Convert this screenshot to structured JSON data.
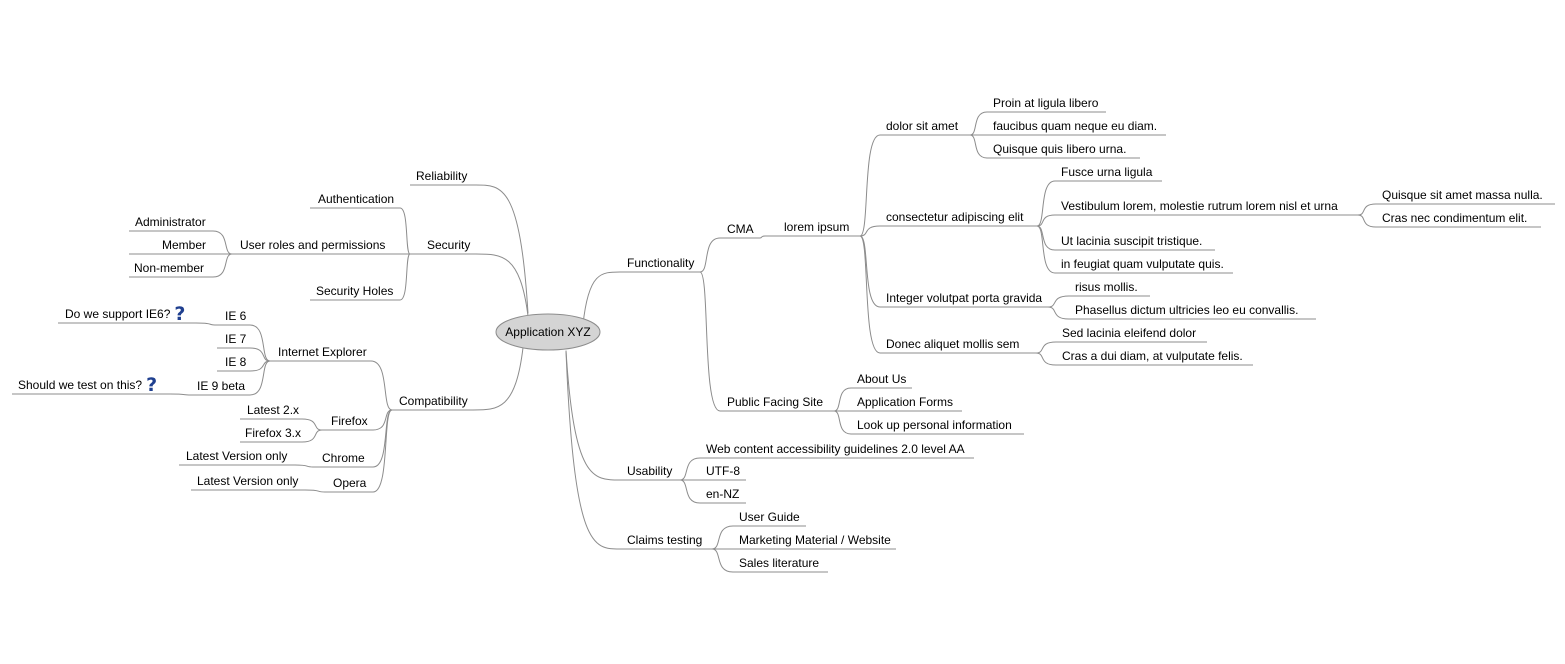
{
  "root": {
    "id": "root",
    "label": "Application XYZ"
  },
  "nodes": [
    {
      "id": "reliability",
      "parent": "root",
      "label": "Reliability"
    },
    {
      "id": "security",
      "parent": "root",
      "label": "Security"
    },
    {
      "id": "authentication",
      "parent": "security",
      "label": "Authentication"
    },
    {
      "id": "user-roles",
      "parent": "security",
      "label": "User roles and permissions"
    },
    {
      "id": "administrator",
      "parent": "user-roles",
      "label": "Administrator"
    },
    {
      "id": "member",
      "parent": "user-roles",
      "label": "Member"
    },
    {
      "id": "non-member",
      "parent": "user-roles",
      "label": "Non-member"
    },
    {
      "id": "security-holes",
      "parent": "security",
      "label": "Security Holes"
    },
    {
      "id": "compatibility",
      "parent": "root",
      "label": "Compatibility"
    },
    {
      "id": "internet-explorer",
      "parent": "compatibility",
      "label": "Internet Explorer"
    },
    {
      "id": "ie6",
      "parent": "internet-explorer",
      "label": "IE 6"
    },
    {
      "id": "ie6-q",
      "parent": "ie6",
      "label": "Do we support IE6?",
      "icon": "question-icon"
    },
    {
      "id": "ie7",
      "parent": "internet-explorer",
      "label": "IE 7"
    },
    {
      "id": "ie8",
      "parent": "internet-explorer",
      "label": "IE 8"
    },
    {
      "id": "ie9",
      "parent": "internet-explorer",
      "label": "IE 9 beta"
    },
    {
      "id": "ie9-q",
      "parent": "ie9",
      "label": "Should we test on this?",
      "icon": "question-icon"
    },
    {
      "id": "firefox",
      "parent": "compatibility",
      "label": "Firefox"
    },
    {
      "id": "ff2",
      "parent": "firefox",
      "label": "Latest 2.x"
    },
    {
      "id": "ff3",
      "parent": "firefox",
      "label": "Firefox 3.x"
    },
    {
      "id": "chrome",
      "parent": "compatibility",
      "label": "Chrome"
    },
    {
      "id": "chrome-latest",
      "parent": "chrome",
      "label": "Latest Version only"
    },
    {
      "id": "opera",
      "parent": "compatibility",
      "label": "Opera"
    },
    {
      "id": "opera-latest",
      "parent": "opera",
      "label": "Latest Version only"
    },
    {
      "id": "functionality",
      "parent": "root",
      "label": "Functionality"
    },
    {
      "id": "cma",
      "parent": "functionality",
      "label": "CMA"
    },
    {
      "id": "lorem-ipsum",
      "parent": "cma",
      "label": "lorem ipsum"
    },
    {
      "id": "dolor",
      "parent": "lorem-ipsum",
      "label": "dolor sit amet"
    },
    {
      "id": "proin",
      "parent": "dolor",
      "label": "Proin at ligula libero"
    },
    {
      "id": "faucibus",
      "parent": "dolor",
      "label": "faucibus quam neque eu diam."
    },
    {
      "id": "quisque-quis",
      "parent": "dolor",
      "label": "Quisque quis libero urna."
    },
    {
      "id": "consectetur",
      "parent": "lorem-ipsum",
      "label": "consectetur adipiscing elit"
    },
    {
      "id": "fusce",
      "parent": "consectetur",
      "label": "Fusce urna ligula"
    },
    {
      "id": "vestibulum",
      "parent": "consectetur",
      "label": "Vestibulum lorem, molestie rutrum lorem nisl et urna"
    },
    {
      "id": "quisque-sit",
      "parent": "vestibulum",
      "label": "Quisque sit amet massa nulla."
    },
    {
      "id": "cras-nec",
      "parent": "vestibulum",
      "label": "Cras nec condimentum elit."
    },
    {
      "id": "ut-lacinia",
      "parent": "consectetur",
      "label": "Ut lacinia suscipit tristique."
    },
    {
      "id": "in-feugiat",
      "parent": "consectetur",
      "label": "in feugiat quam vulputate quis."
    },
    {
      "id": "integer",
      "parent": "lorem-ipsum",
      "label": "Integer volutpat porta gravida"
    },
    {
      "id": "risus",
      "parent": "integer",
      "label": "risus mollis."
    },
    {
      "id": "phasellus",
      "parent": "integer",
      "label": "Phasellus dictum ultricies leo eu convallis."
    },
    {
      "id": "donec",
      "parent": "lorem-ipsum",
      "label": "Donec aliquet mollis sem"
    },
    {
      "id": "sed-lacinia",
      "parent": "donec",
      "label": "Sed lacinia eleifend dolor"
    },
    {
      "id": "cras-a",
      "parent": "donec",
      "label": "Cras a dui diam, at vulputate felis."
    },
    {
      "id": "public-site",
      "parent": "functionality",
      "label": "Public Facing Site"
    },
    {
      "id": "about-us",
      "parent": "public-site",
      "label": "About Us"
    },
    {
      "id": "app-forms",
      "parent": "public-site",
      "label": "Application Forms"
    },
    {
      "id": "lookup",
      "parent": "public-site",
      "label": "Look up personal information"
    },
    {
      "id": "usability",
      "parent": "root",
      "label": "Usability"
    },
    {
      "id": "wcag",
      "parent": "usability",
      "label": "Web content accessibility guidelines 2.0 level AA"
    },
    {
      "id": "utf8",
      "parent": "usability",
      "label": "UTF-8"
    },
    {
      "id": "en-nz",
      "parent": "usability",
      "label": "en-NZ"
    },
    {
      "id": "claims",
      "parent": "root",
      "label": "Claims testing"
    },
    {
      "id": "user-guide",
      "parent": "claims",
      "label": "User Guide"
    },
    {
      "id": "marketing",
      "parent": "claims",
      "label": "Marketing Material / Website"
    },
    {
      "id": "sales",
      "parent": "claims",
      "label": "Sales literature"
    }
  ],
  "colors": {
    "line": "#8c8c8c",
    "root_fill": "#d4d4d4",
    "root_stroke": "#8c8c8c",
    "icon": "#1f3f8f"
  }
}
